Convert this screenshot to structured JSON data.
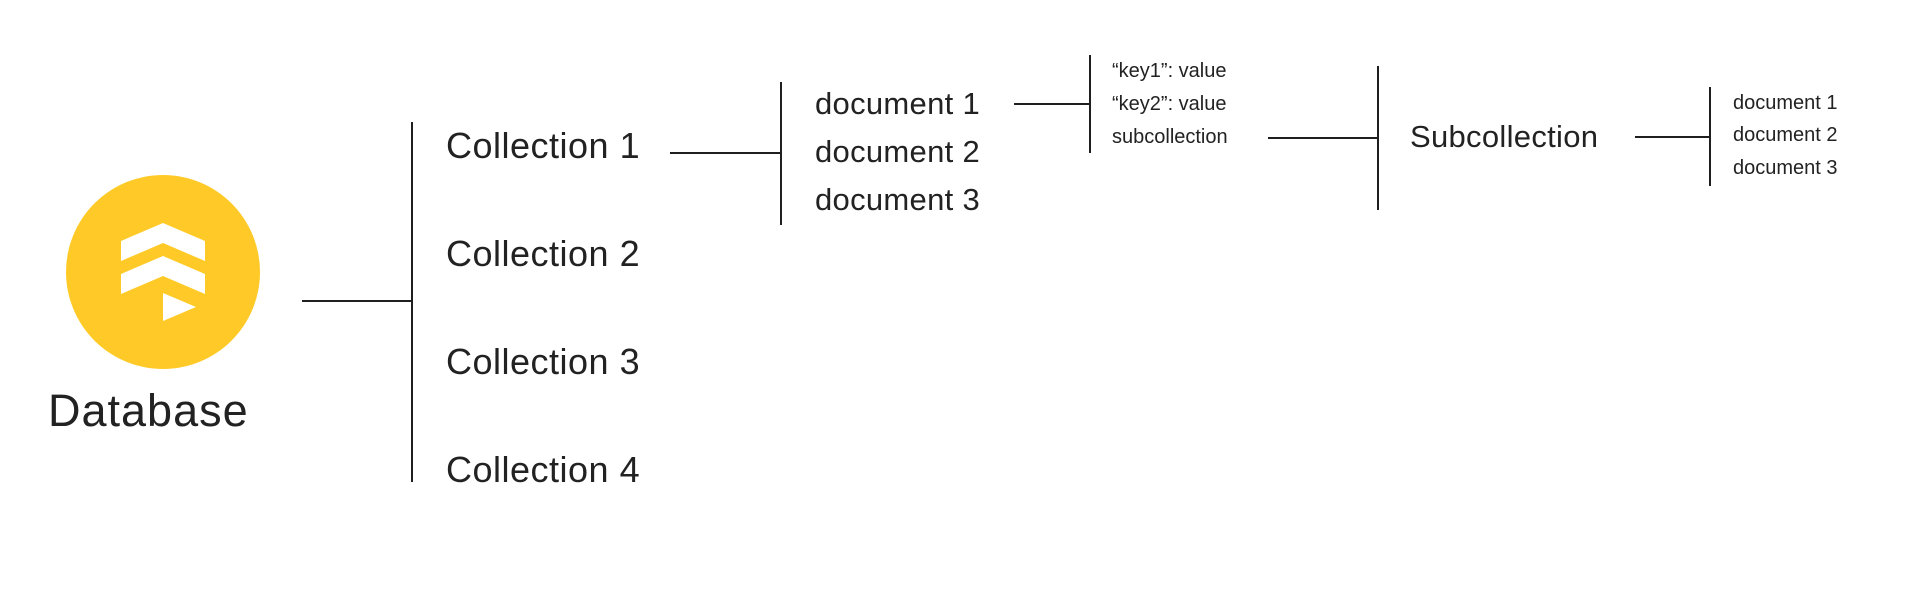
{
  "diagram": {
    "database": {
      "label": "Database",
      "logo_icon": "firebase-firestore-icon",
      "logo_color": "#FFCA28"
    },
    "collections": [
      {
        "label": "Collection 1"
      },
      {
        "label": "Collection 2"
      },
      {
        "label": "Collection 3"
      },
      {
        "label": "Collection 4"
      }
    ],
    "documents": [
      {
        "label": "document 1"
      },
      {
        "label": "document 2"
      },
      {
        "label": "document 3"
      }
    ],
    "fields": [
      {
        "label": "“key1”: value"
      },
      {
        "label": "“key2”: value"
      },
      {
        "label": "subcollection"
      }
    ],
    "subcollection": {
      "label": "Subcollection"
    },
    "subdocuments": [
      {
        "label": "document 1"
      },
      {
        "label": "document 2"
      },
      {
        "label": "document 3"
      }
    ]
  }
}
